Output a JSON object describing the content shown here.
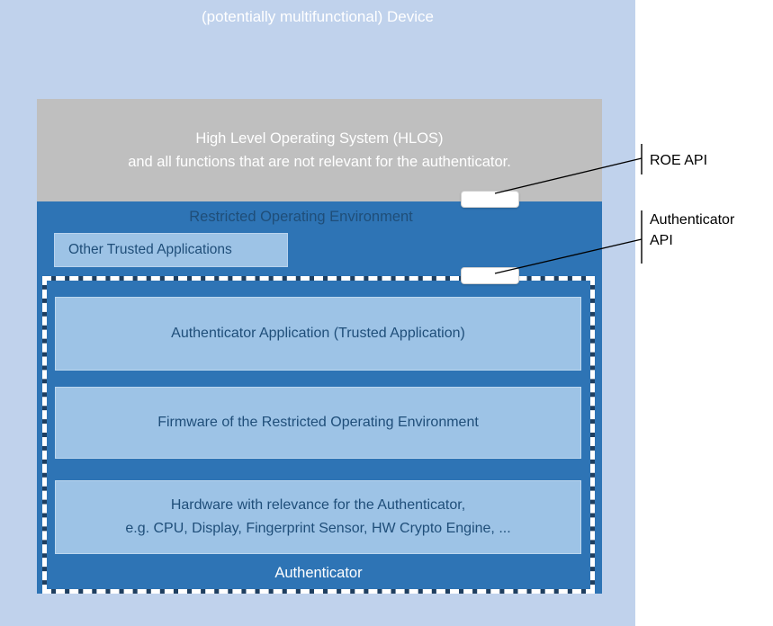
{
  "diagram": {
    "title": "(potentially multifunctional) Device",
    "hlos": {
      "label": "High Level Operating System (HLOS)\nand all functions that are not relevant for the authenticator."
    },
    "roe": {
      "title": "Restricted Operating Environment",
      "other_trusted_apps": "Other Trusted Applications"
    },
    "authenticator": {
      "boundary_label": "Authenticator",
      "layers": [
        {
          "label": "Authenticator Application (Trusted Application)"
        },
        {
          "label": "Firmware of the Restricted Operating Environment"
        },
        {
          "label": "Hardware with relevance for the Authenticator,\ne.g. CPU, Display, Fingerprint Sensor, HW Crypto Engine, ..."
        }
      ]
    },
    "callouts": [
      {
        "label": "ROE API"
      },
      {
        "label": "Authenticator\nAPI"
      }
    ],
    "colors": {
      "device_bg": "#c0d2ec",
      "hlos_bg": "#bfbfbf",
      "roe_bg": "#2e74b5",
      "inner_box_bg": "#9dc3e6",
      "inner_box_text": "#1f4e79",
      "boundary_dash": "#ffffff",
      "boundary_dash_alt": "#1f3f60",
      "api_pill": "#ffffff",
      "callout_line": "#000000"
    }
  }
}
